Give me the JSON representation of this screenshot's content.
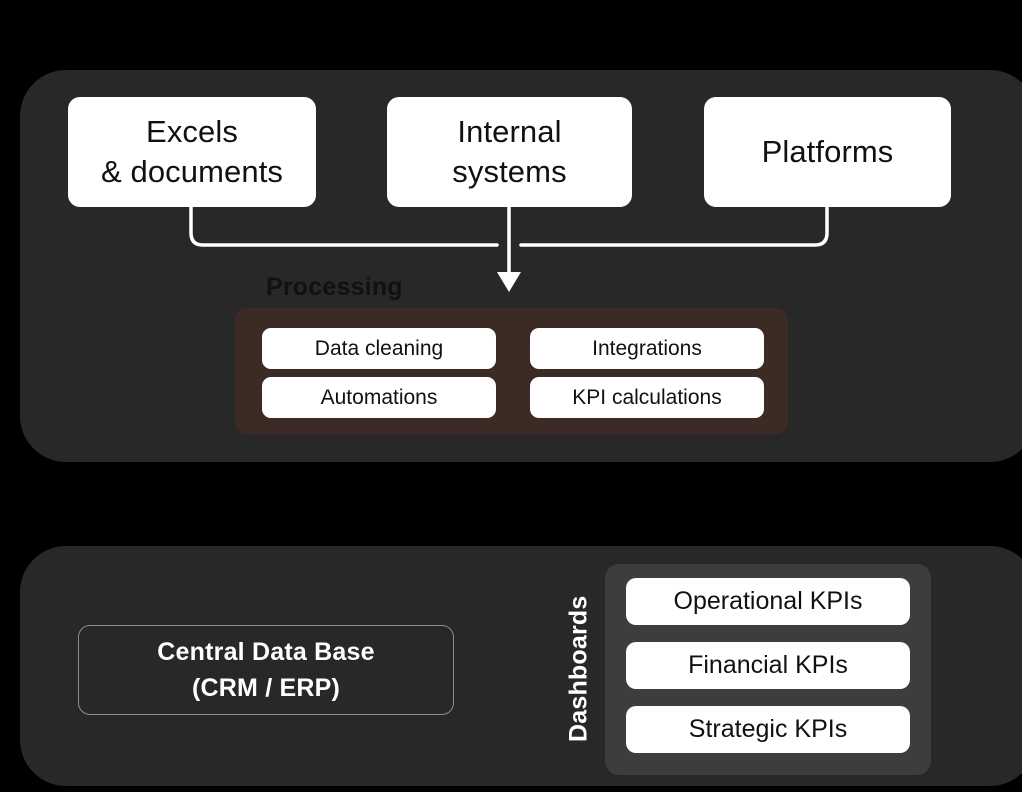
{
  "canvas": {
    "background": "#000000",
    "panel_color": "#282828"
  },
  "top_panel": {
    "sources": [
      {
        "line1": "Excels",
        "line2": "& documents"
      },
      {
        "line1": "Internal",
        "line2": "systems"
      },
      {
        "line1": "Platforms",
        "line2": ""
      }
    ],
    "processing": {
      "label": "Processing",
      "label_color": "#111111",
      "container_color": "#3c2a24",
      "items": [
        "Data cleaning",
        "Integrations",
        "Automations",
        "KPI calculations"
      ]
    }
  },
  "bottom_panel": {
    "database": {
      "line1": "Central Data Base",
      "line2": "(CRM / ERP)",
      "border_color": "#8d8d8d"
    },
    "dashboards": {
      "label": "Dashboards",
      "panel_color": "#3d3d3d",
      "kpis": [
        "Operational KPIs",
        "Financial KPIs",
        "Strategic KPIs"
      ]
    }
  },
  "connectors": {
    "stroke_color": "#ffffff",
    "arrow_down_label": "merge-arrow-to-processing",
    "arrow_right_label": "database-to-dashboards-arrow"
  }
}
